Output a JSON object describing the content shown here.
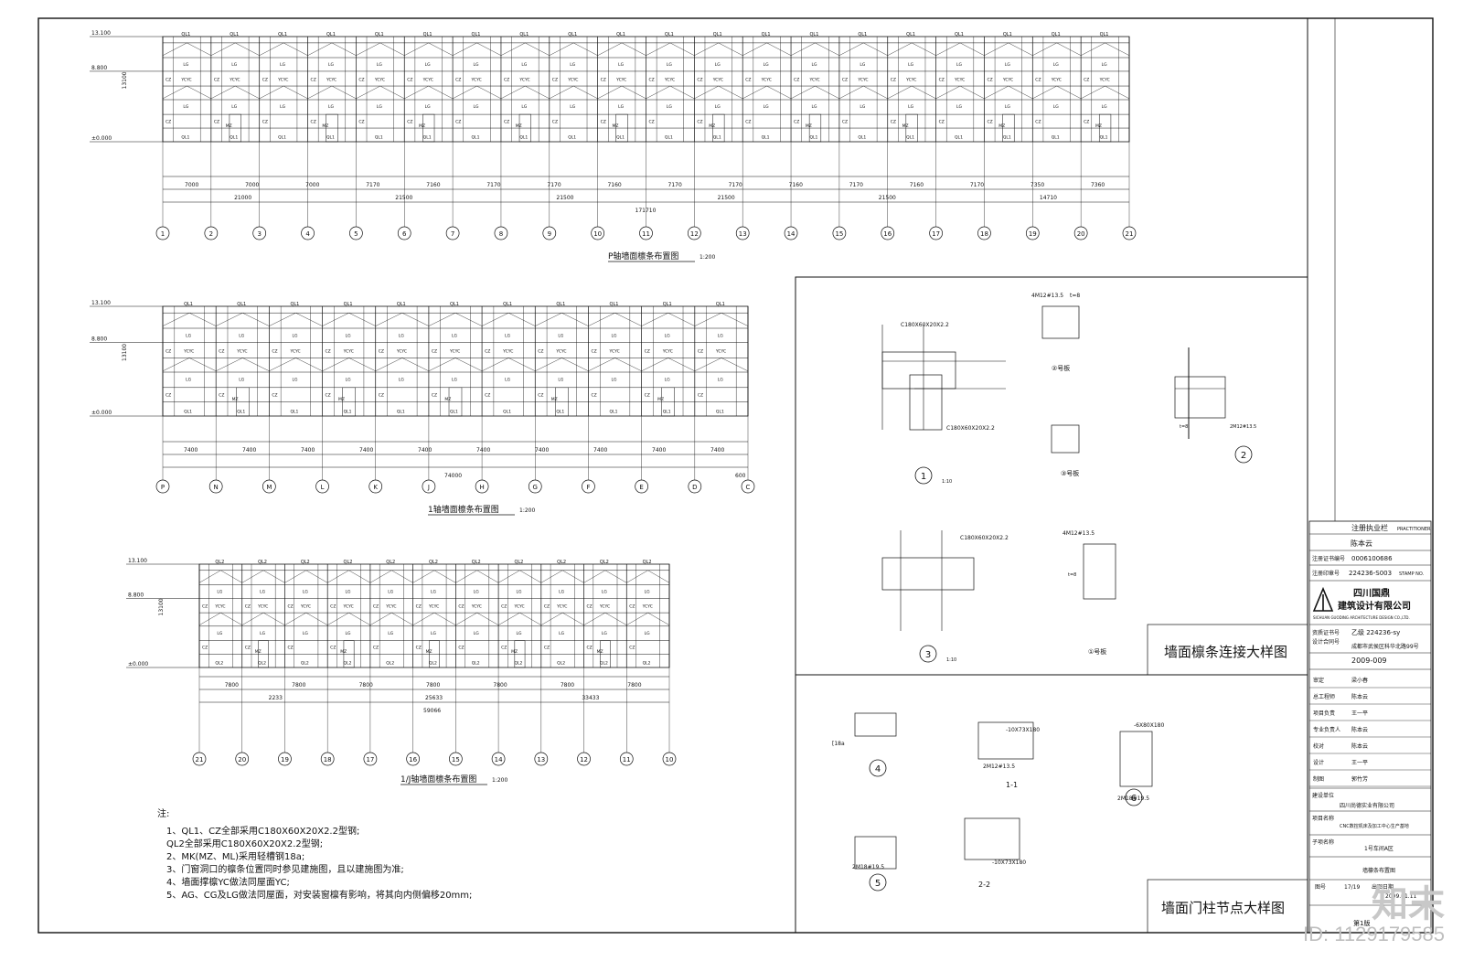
{
  "elevations": [
    "13.100",
    "8.800",
    "±0.000"
  ],
  "total_height": "13100",
  "member_labels": {
    "top": "QL1",
    "top2": "QL2",
    "girt": "LG",
    "column_tie": "CZ",
    "brace": "YC",
    "door": "MZ",
    "window": "ML"
  },
  "elev_p": {
    "title": "P轴墙面檩条布置图",
    "scale": "1:200",
    "spans": [
      "7000",
      "7000",
      "7000",
      "7170",
      "7160",
      "7170",
      "7170",
      "7160",
      "7170",
      "7170",
      "7160",
      "7170",
      "7160",
      "7170",
      "7350",
      "7360"
    ],
    "subtotals": [
      "21000",
      "21500",
      "21500",
      "21500",
      "21500",
      "14710"
    ],
    "total": "171710",
    "axes": [
      "1",
      "2",
      "3",
      "4",
      "5",
      "6",
      "7",
      "8",
      "9",
      "10",
      "11",
      "12",
      "13",
      "14",
      "15",
      "16",
      "17",
      "18",
      "19",
      "20",
      "21"
    ]
  },
  "elev_1": {
    "title": "1轴墙面檩条布置图",
    "scale": "1:200",
    "spans": [
      "7400",
      "7400",
      "7400",
      "7400",
      "7400",
      "7400",
      "7400",
      "7400",
      "7400",
      "7400"
    ],
    "total": "74000",
    "end_dim": "600",
    "axes": [
      "P",
      "N",
      "M",
      "L",
      "K",
      "J",
      "H",
      "G",
      "F",
      "E",
      "D",
      "C"
    ]
  },
  "elev_1j": {
    "title": "1/J轴墙面檩条布置图",
    "scale": "1:200",
    "spans": [
      "7800",
      "7800",
      "7800",
      "7800",
      "7800",
      "7800",
      "7800"
    ],
    "subtotals": [
      "2233",
      "25633",
      "33433"
    ],
    "total": "59066",
    "axes": [
      "21",
      "20",
      "19",
      "18",
      "17",
      "16",
      "15",
      "14",
      "13",
      "12",
      "11",
      "10"
    ]
  },
  "details": {
    "title": "墙面檩条连接大样图",
    "title2": "墙面门柱节点大样图",
    "scale": "1:10",
    "purlin": "C180X60X20X2.2",
    "plate2": "②号板",
    "plate3": "③号板",
    "plate1": "①号板",
    "bolts": "4M12#13.5",
    "thickness": "t=8",
    "bolts2": "2M12#13.5",
    "section1": "1-1",
    "section2": "2-2",
    "bolts3": "2M18#19.5",
    "plate_a": "-10X73X180",
    "plate_b": "-6X80X180",
    "channel": "[18a"
  },
  "notes": {
    "heading": "注:",
    "lines": [
      "1、QL1、CZ全部采用C180X60X20X2.2型钢;",
      "   QL2全部采用C180X60X20X2.2型钢;",
      "2、MK(MZ、ML)采用轻槽钢18a;",
      "3、门窗洞口的檩条位置同时参见建施图，且以建施图为准;",
      "4、墙面撑檩YC做法同屋面YC;",
      "5、AG、CG及LG做法同屋面，对安装窗檩有影响，将其向内侧偏移20mm;"
    ]
  },
  "title_block": {
    "reg_header": "注册执业栏",
    "reg_header_en": "PRACTITIONER",
    "name": "陈本云",
    "reg_no_label": "注册证书编号",
    "reg_no": "0006100686",
    "seal_label": "注册印章号",
    "seal_no": "224236-S003",
    "stamp_label": "STAMP NO.",
    "company_cn": "四川国鼎",
    "company_cn2": "建筑设计有限公司",
    "company_en": "SICHUAN GUODING ARCHITECTURE DESIGN CO.,LTD.",
    "cert_label": "资质证书号",
    "cert_no": "乙级 224236-sy",
    "address": "成都市武侯区科华北路99号",
    "project_no_label": "设计合同号",
    "project_no": "2009-009",
    "roles": [
      {
        "label": "审定",
        "name": "梁小春"
      },
      {
        "label": "总工程师",
        "name": "陈本云"
      },
      {
        "label": "项目负责",
        "name": "王一平"
      },
      {
        "label": "专业负责人",
        "name": "陈本云"
      },
      {
        "label": "校对",
        "name": "陈本云"
      },
      {
        "label": "设计",
        "name": "王一平"
      },
      {
        "label": "制图",
        "name": "郭竹芳"
      }
    ],
    "client_label": "建设单位",
    "client": "四川尚德实业有限公司",
    "project_label": "项目名称",
    "project": "CNC数控机床及加工中心生产基地",
    "subproject_label": "子项名称",
    "subproject": "1号车间A区",
    "drawing_name": "墙檩条布置图",
    "sheet_label": "图号",
    "sheet_no": "17/19",
    "date_label": "出图日期",
    "date": "2009.01.11",
    "version": "第1版"
  },
  "watermark": "知末",
  "watermark_id": "ID: 1129179585"
}
